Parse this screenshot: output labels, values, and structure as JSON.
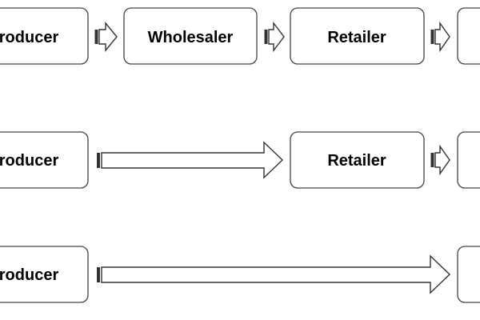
{
  "colors": {
    "background": "#ffffff",
    "box_fill": "#ffffff",
    "box_stroke": "#444444",
    "arrow_fill": "#ffffff",
    "arrow_stroke": "#333333",
    "text": "#000000"
  },
  "chains": [
    {
      "nodes": [
        {
          "label": "roducer"
        },
        {
          "label": "Wholesaler"
        },
        {
          "label": "Retailer"
        },
        {
          "label": ""
        }
      ]
    },
    {
      "nodes": [
        {
          "label": "roducer"
        },
        {
          "label": "Retailer"
        },
        {
          "label": ""
        }
      ]
    },
    {
      "nodes": [
        {
          "label": "roducer"
        },
        {
          "label": ""
        }
      ]
    }
  ]
}
